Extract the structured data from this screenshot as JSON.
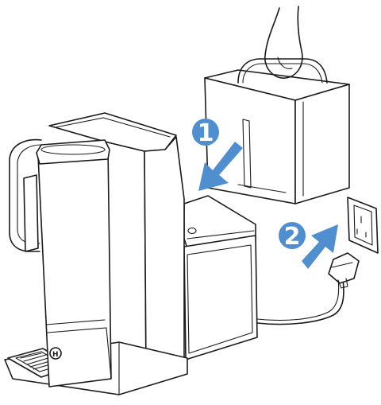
{
  "steps": [
    {
      "number": "1",
      "action": "insert-tank"
    },
    {
      "number": "2",
      "action": "plug-in-power"
    }
  ],
  "colors": {
    "accent": "#4f8fd0",
    "line": "#1a1a1a",
    "background": "#ffffff"
  },
  "icons": {
    "water_tank_badge": "H-letter-drop",
    "power_outlet": "uk-socket",
    "power_plug": "uk-plug"
  }
}
